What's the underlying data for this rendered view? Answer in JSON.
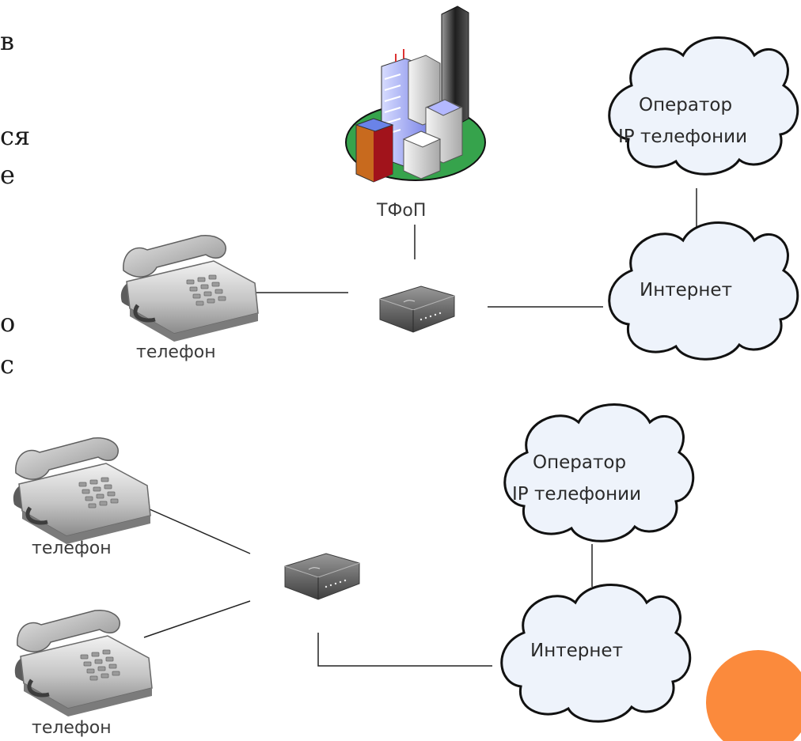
{
  "left_text_fragments": [
    "в",
    "ся",
    "е",
    "о",
    "с"
  ],
  "top_diagram": {
    "pstn_label": "ТФоП",
    "phone_label": "телефон",
    "cloud_operator_line1": "Оператор",
    "cloud_operator_line2": "IP телефонии",
    "cloud_internet": "Интернет"
  },
  "bottom_diagram": {
    "phone1_label": "телефон",
    "phone2_label": "телефон",
    "cloud_operator_line1": "Оператор",
    "cloud_operator_line2": "IP телефонии",
    "cloud_internet": "Интернет"
  },
  "colors": {
    "cloud_fill": "#eef3fb",
    "cloud_stroke": "#111111",
    "corner_circle": "#fb8a3c",
    "pstn_ellipse": "#36a34c"
  },
  "icons": [
    "city-buildings-icon",
    "desk-phone-icon",
    "voip-gateway-icon",
    "cloud-icon"
  ]
}
